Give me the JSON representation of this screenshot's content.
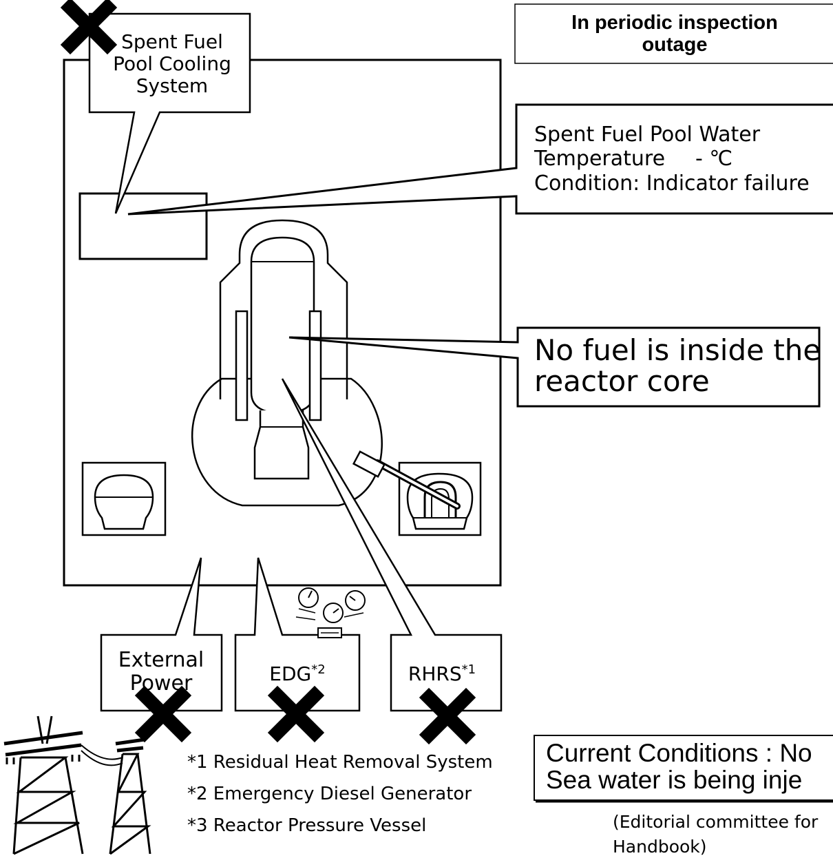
{
  "colors": {
    "ink": "#000000",
    "paper": "#ffffff"
  },
  "icons": [
    "x-mark-icon",
    "power-tower-icon",
    "gauge-icon"
  ],
  "status_box": {
    "line1": "In periodic inspection",
    "line2": "outage"
  },
  "spent_fuel_pool_cooling": {
    "line1": "Spent Fuel",
    "line2": "Pool Cooling",
    "line3": "System",
    "status": "failed"
  },
  "pool_water": {
    "line1": "Spent Fuel Pool Water",
    "line2": "Temperature",
    "temp": "- ℃",
    "line3": "Condition: Indicator failure"
  },
  "reactor_callout": {
    "line1": "No fuel is inside the",
    "line2": "reactor core"
  },
  "external_power": {
    "line1": "External",
    "line2": "Power",
    "status": "failed"
  },
  "edg": {
    "label": "EDG",
    "sup": "*2",
    "status": "failed"
  },
  "rhrs": {
    "label": "RHRS",
    "sup": "*1",
    "status": "failed"
  },
  "footnotes": [
    "*1 Residual Heat Removal System",
    "*2 Emergency Diesel Generator",
    "*3 Reactor Pressure Vessel"
  ],
  "current_conditions": {
    "line1": "Current Conditions : No",
    "line2": "Sea water is being inje"
  },
  "source": {
    "line1": "(Editorial committee for",
    "line2": "Handbook)"
  }
}
